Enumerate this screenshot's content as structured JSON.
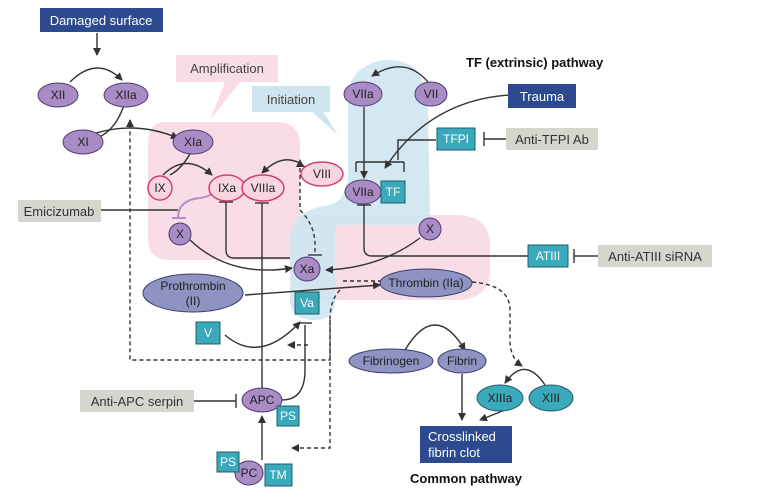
{
  "colors": {
    "amplification_region": "#f8dde6",
    "initiation_region": "#cfe6f0",
    "purple_node": "#a98cc6",
    "pink_node": "#f7d6e0",
    "pink_node_stroke": "#d63c70",
    "teal_box": "#3aa9bc",
    "teal_node": "#3aa9bc",
    "blue_box": "#2c4a8d",
    "gray_box": "#d6d6cf",
    "slate_node": "#8f93c2"
  },
  "boxes": {
    "damaged_surface": "Damaged surface",
    "trauma": "Trauma",
    "crosslinked_clot_line1": "Crosslinked",
    "crosslinked_clot_line2": "fibrin clot"
  },
  "regions": {
    "amplification": "Amplification",
    "initiation": "Initiation"
  },
  "pathways": {
    "extrinsic": "TF (extrinsic) pathway",
    "common": "Common pathway"
  },
  "drugs": {
    "emicizumab": "Emicizumab",
    "anti_tfpi": "Anti-TFPI Ab",
    "anti_atiii": "Anti-ATIII siRNA",
    "anti_apc": "Anti-APC serpin"
  },
  "factors": {
    "xii": "XII",
    "xiia": "XIIa",
    "xi": "XI",
    "xia": "XIa",
    "ix": "IX",
    "ixa": "IXa",
    "viiia": "VIIIa",
    "viii": "VIII",
    "x_left": "X",
    "x_right": "X",
    "viia_top": "VIIa",
    "vii": "VII",
    "viia_complex": "VIIa",
    "tf": "TF",
    "tfpi": "TFPI",
    "atiii": "ATIII",
    "xa": "Xa",
    "va": "Va",
    "v": "V",
    "prothrombin_line1": "Prothrombin",
    "prothrombin_line2": "(II)",
    "thrombin": "Thrombin (IIa)",
    "fibrinogen": "Fibrinogen",
    "fibrin": "Fibrin",
    "xiiia": "XIIIa",
    "xiii": "XIII",
    "apc": "APC",
    "ps_apc": "PS",
    "ps_pc": "PS",
    "pc": "PC",
    "tm": "TM"
  }
}
